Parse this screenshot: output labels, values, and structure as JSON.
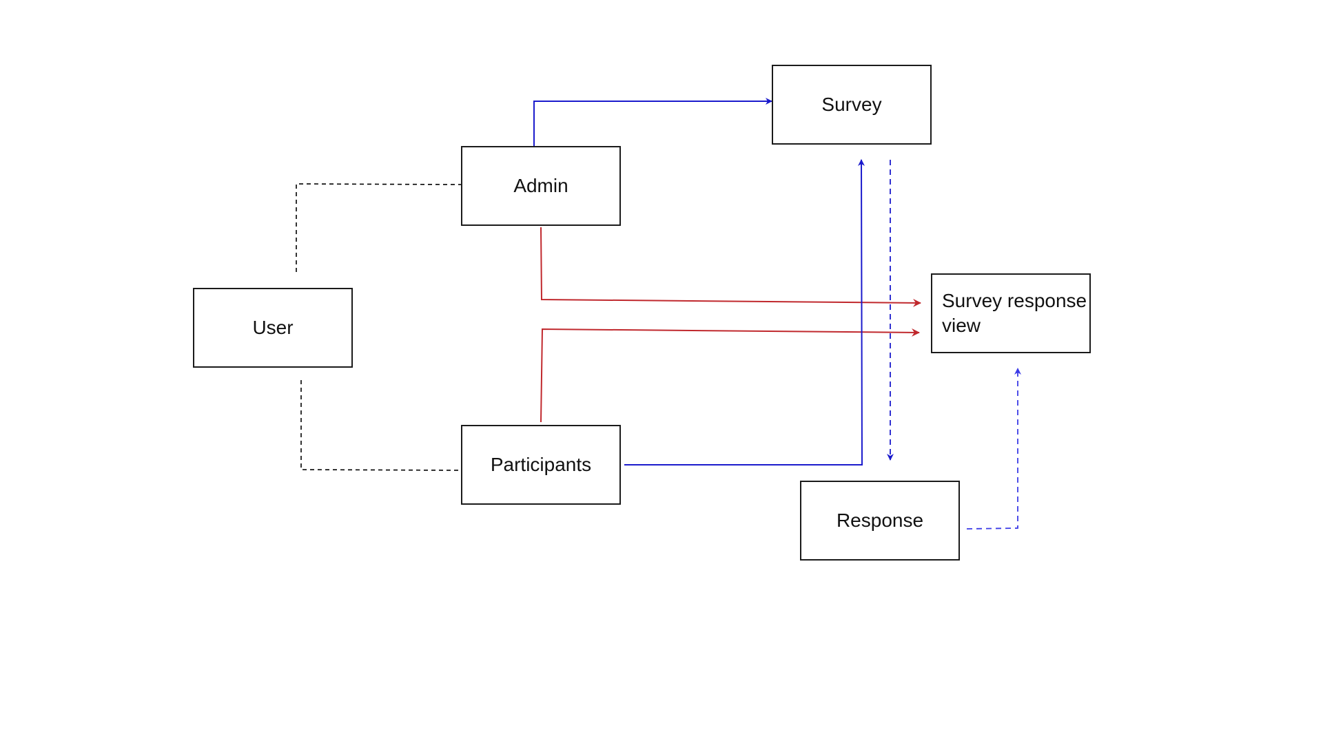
{
  "diagram": {
    "nodes": {
      "survey": "Survey",
      "admin": "Admin",
      "user": "User",
      "survey_response_view": "Survey response\nview",
      "participants": "Participants",
      "response": "Response"
    },
    "edges": [
      {
        "from": "user",
        "to": "admin",
        "style": "dashed",
        "color": "#000000"
      },
      {
        "from": "user",
        "to": "participants",
        "style": "dashed",
        "color": "#000000"
      },
      {
        "from": "admin",
        "to": "survey",
        "style": "solid",
        "color": "#1a1acc"
      },
      {
        "from": "admin",
        "to": "survey_response_view",
        "style": "solid",
        "color": "#c0282d"
      },
      {
        "from": "participants",
        "to": "survey_response_view",
        "style": "solid",
        "color": "#c0282d"
      },
      {
        "from": "participants",
        "to": "survey",
        "style": "solid",
        "color": "#1a1acc"
      },
      {
        "from": "survey",
        "to": "response",
        "style": "dashed",
        "color": "#1a1acc"
      },
      {
        "from": "response",
        "to": "survey_response_view",
        "style": "dashed",
        "color": "#3a3ae6"
      }
    ]
  }
}
